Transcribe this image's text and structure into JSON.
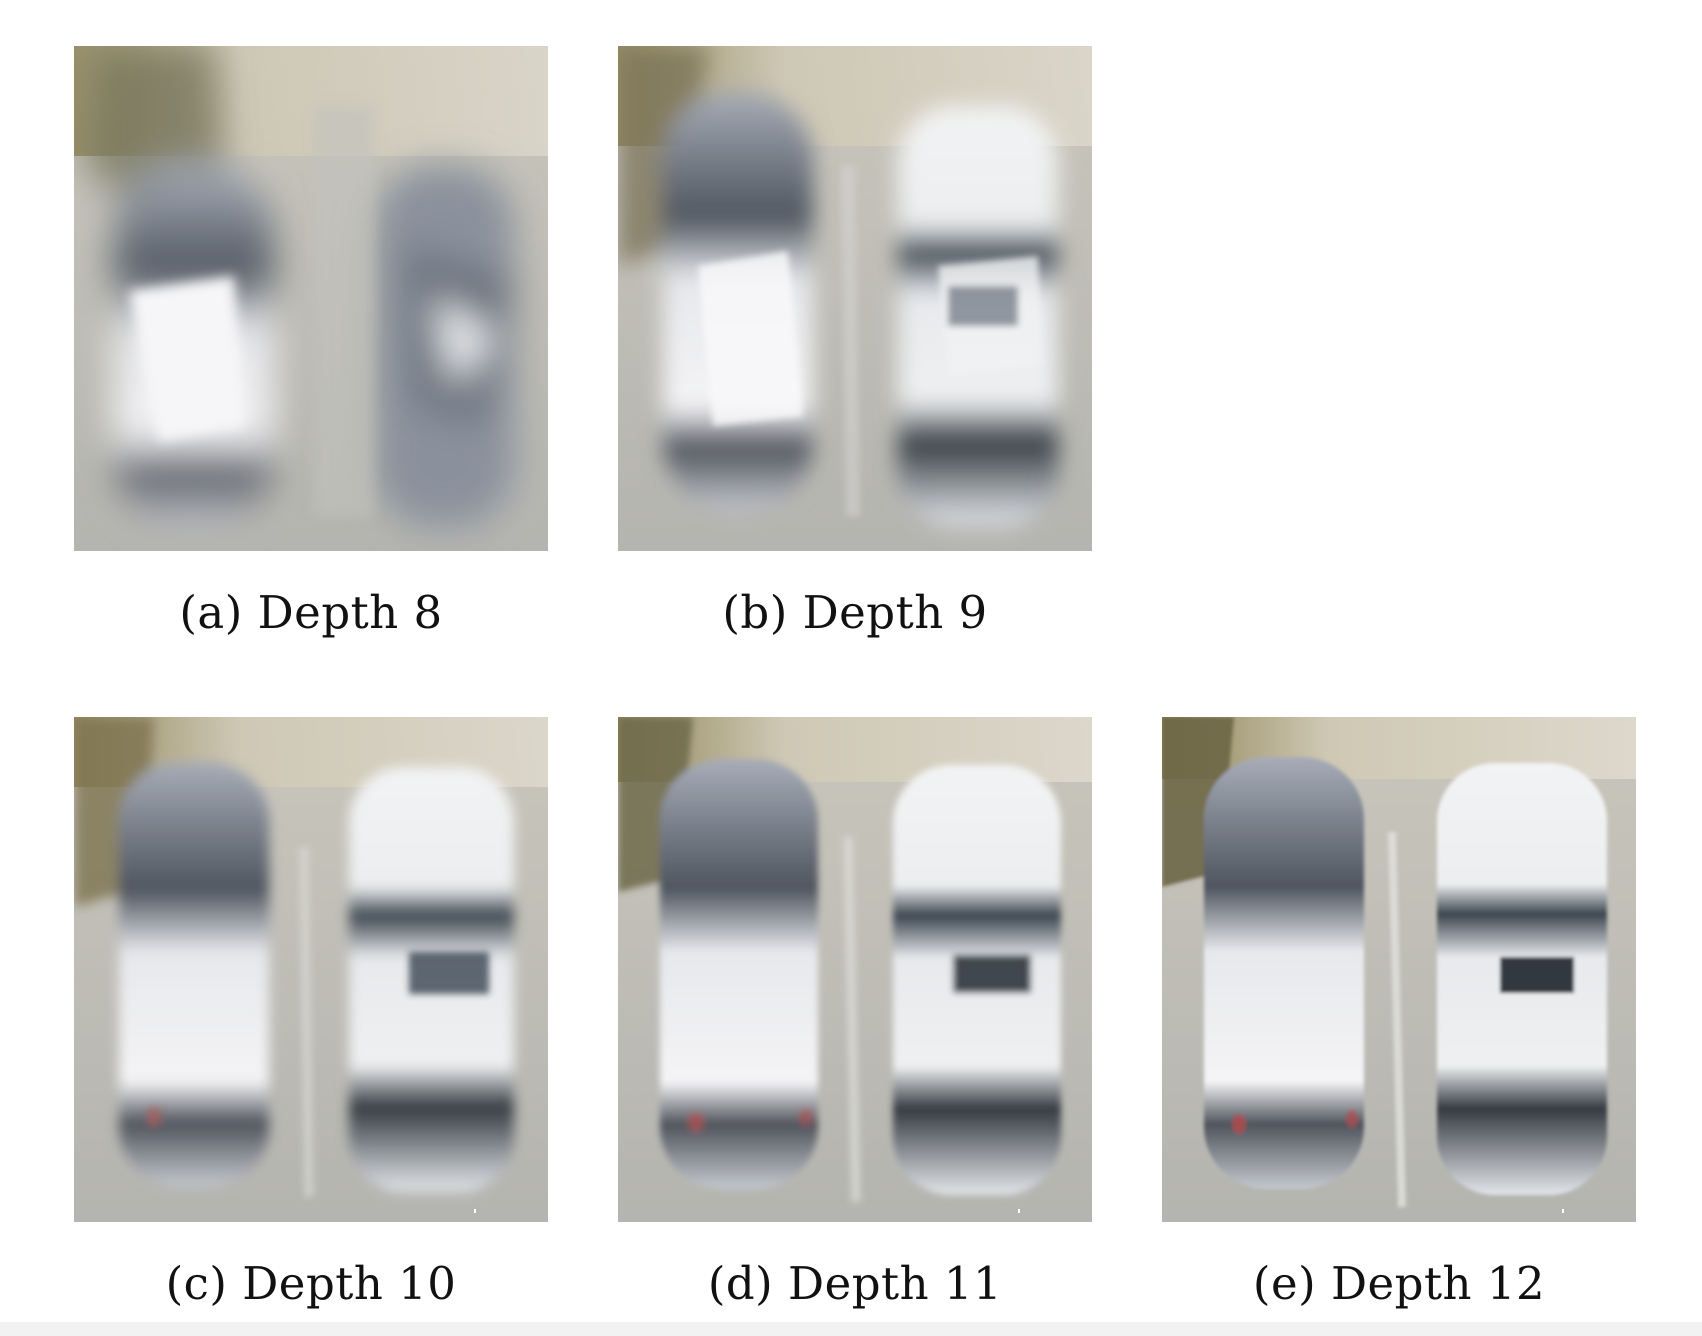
{
  "figures": [
    {
      "id": "a",
      "caption": "(a) Depth 8",
      "image": "aerial view of two parked cars, coarse polygon reconstruction"
    },
    {
      "id": "b",
      "caption": "(b) Depth 9",
      "image": "aerial view of two parked cars, polygon reconstruction"
    },
    {
      "id": "c",
      "caption": "(c) Depth 10",
      "image": "aerial view of two parked cars, finer reconstruction"
    },
    {
      "id": "d",
      "caption": "(d) Depth 11",
      "image": "aerial view of two parked cars, detailed reconstruction"
    },
    {
      "id": "e",
      "caption": "(e) Depth 12",
      "image": "aerial view of two parked cars, most detailed reconstruction"
    }
  ]
}
